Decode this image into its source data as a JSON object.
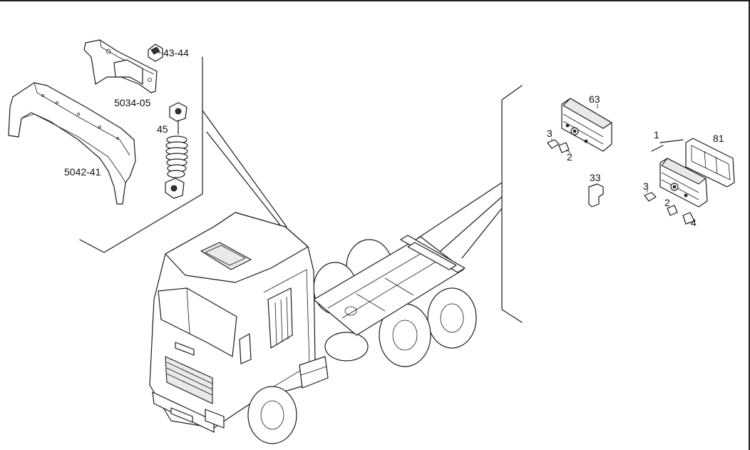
{
  "callouts": {
    "c_43_44": "43-44",
    "c_5034_05": "5034-05",
    "c_45": "45",
    "c_5042_41": "5042-41",
    "c_63": "63",
    "c_3a": "3",
    "c_2a": "2",
    "c_33": "33",
    "c_1": "1",
    "c_81": "81",
    "c_3b": "3",
    "c_2b": "2",
    "c_4": "4"
  },
  "colors": {
    "line": "#1a1a1a",
    "background": "#ffffff"
  }
}
